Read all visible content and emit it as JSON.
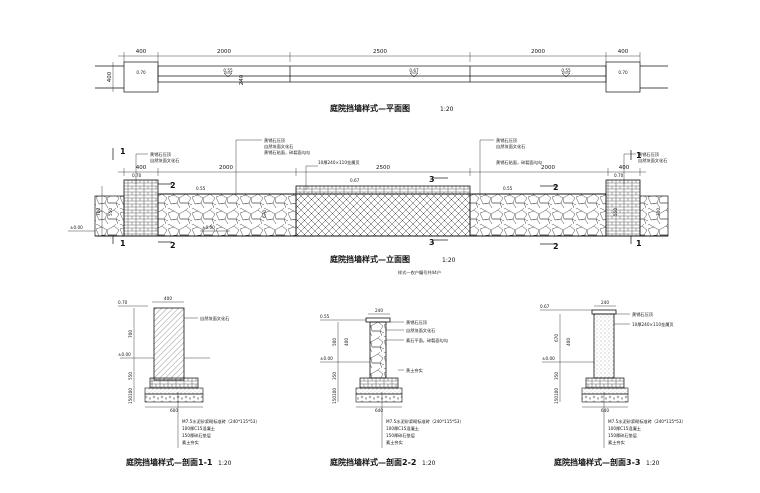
{
  "plan": {
    "dims": [
      "400",
      "2000",
      "2500",
      "2000",
      "400"
    ],
    "side_dim": "400",
    "elevations": [
      "0.70",
      "0.55",
      "0.67",
      "0.55",
      "0.70"
    ],
    "inner_dim": "240",
    "title": "庭院挡墙样式—平面图",
    "scale": "1:20"
  },
  "elevation": {
    "dims": [
      "400",
      "2000",
      "2500",
      "2000",
      "400"
    ],
    "levels": [
      "0.70",
      "0.55",
      "0.67",
      "0.55",
      "0.70"
    ],
    "ground_left": "±0.00",
    "ground_mid": "±0.00",
    "section_marks": [
      "1",
      "2",
      "3",
      "2",
      "1"
    ],
    "vert_dims": [
      "700",
      "550",
      "670",
      "550",
      "700"
    ],
    "annotations": {
      "left": [
        "黄锈石压顶",
        "自然块面文化石"
      ],
      "mid_left": [
        "黄锈石压顶",
        "自然块面文化石",
        "10厚240×110金属页",
        "黄锈石贴面，碎裂面勾勾"
      ],
      "mid_right": [
        "黄锈石压顶",
        "自然块面文化石",
        "黄锈石贴面，碎裂面勾勾"
      ],
      "right": [
        "黄锈石压顶",
        "自然块面文化石"
      ]
    },
    "title": "庭院挡墙样式—立面图",
    "scale": "1:20",
    "note": "样式—农户编号共44户"
  },
  "sections": [
    {
      "title": "庭院挡墙样式—剖面1-1",
      "scale": "1:20",
      "top_level": "0.70",
      "ground": "±0.00",
      "width_top": "400",
      "width_base": "600",
      "vert": [
        "700",
        "550",
        "100",
        "150"
      ],
      "labels": [
        "自然块面文化石"
      ],
      "notes": [
        "M7.5水泥砂浆砌标准砖（240*115*53）",
        "100厚C15混凝土",
        "150厚碎石垫层",
        "素土夯实"
      ]
    },
    {
      "title": "庭院挡墙样式—剖面2-2",
      "scale": "1:20",
      "top_level": "0.55",
      "ground": "±0.00",
      "width_top": "240",
      "width_base": "640",
      "vert": [
        "500",
        "400",
        "350",
        "100",
        "150"
      ],
      "labels": [
        "黄锈石压顶",
        "自然块面文化石",
        "素石平面，碎裂面勾勾",
        "黄土夯实"
      ],
      "notes": [
        "M7.5水泥砂浆砌标准砖（240*115*53）",
        "100厚C15混凝土",
        "150厚碎石垫层",
        "素土夯实"
      ]
    },
    {
      "title": "庭院挡墙样式—剖面3-3",
      "scale": "1:20",
      "top_level": "0.67",
      "ground": "±0.00",
      "width_top": "240",
      "width_base": "640",
      "vert": [
        "670",
        "400",
        "350",
        "100",
        "150"
      ],
      "labels": [
        "黄锈石压顶",
        "10厚240×110金属页"
      ],
      "notes": [
        "M7.5水泥砂浆砌标准砖（240*115*53）",
        "100厚C15混凝土",
        "150厚碎石垫层",
        "素土夯实"
      ]
    }
  ]
}
